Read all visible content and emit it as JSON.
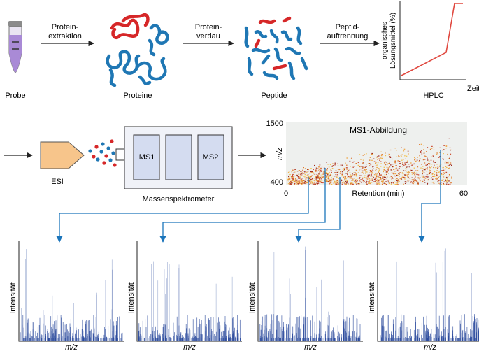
{
  "workflow": {
    "steps": {
      "sample": "Probe",
      "proteins": "Proteine",
      "peptides": "Peptide",
      "hplc": "HPLC"
    },
    "arrows": {
      "extraction": [
        "Protein-",
        "extraktion"
      ],
      "digestion": [
        "Protein-",
        "verdau"
      ],
      "separation": [
        "Peptid-",
        "auftrennung"
      ]
    },
    "hplc_plot": {
      "ylabel": [
        "organisches",
        "Lösungsmittel (%)"
      ],
      "xlabel": "Zeit"
    }
  },
  "ms": {
    "source_label": "ESI",
    "instrument_label": "Massenspektrometer",
    "analyzers": [
      "MS1",
      "",
      "MS2"
    ]
  },
  "ms1_map": {
    "title": "MS1-Abbildung",
    "ylabel": "m/z",
    "y_top": "1500",
    "y_bottom": "400",
    "xlabel": "Retention (min)",
    "x_start": "0",
    "x_end": "60"
  },
  "spectra": {
    "count": 4,
    "ylabel": "Intensität",
    "xlabel": "m/z"
  },
  "colors": {
    "blue": "#1f77b4",
    "red": "#d62728",
    "hplc_line": "#e0483f",
    "spectrum": "#2a4a9c",
    "esi_fill": "#f7c58b",
    "analyzer_fill": "#d4dcf0",
    "tube_liquid": "#a98ad6"
  }
}
